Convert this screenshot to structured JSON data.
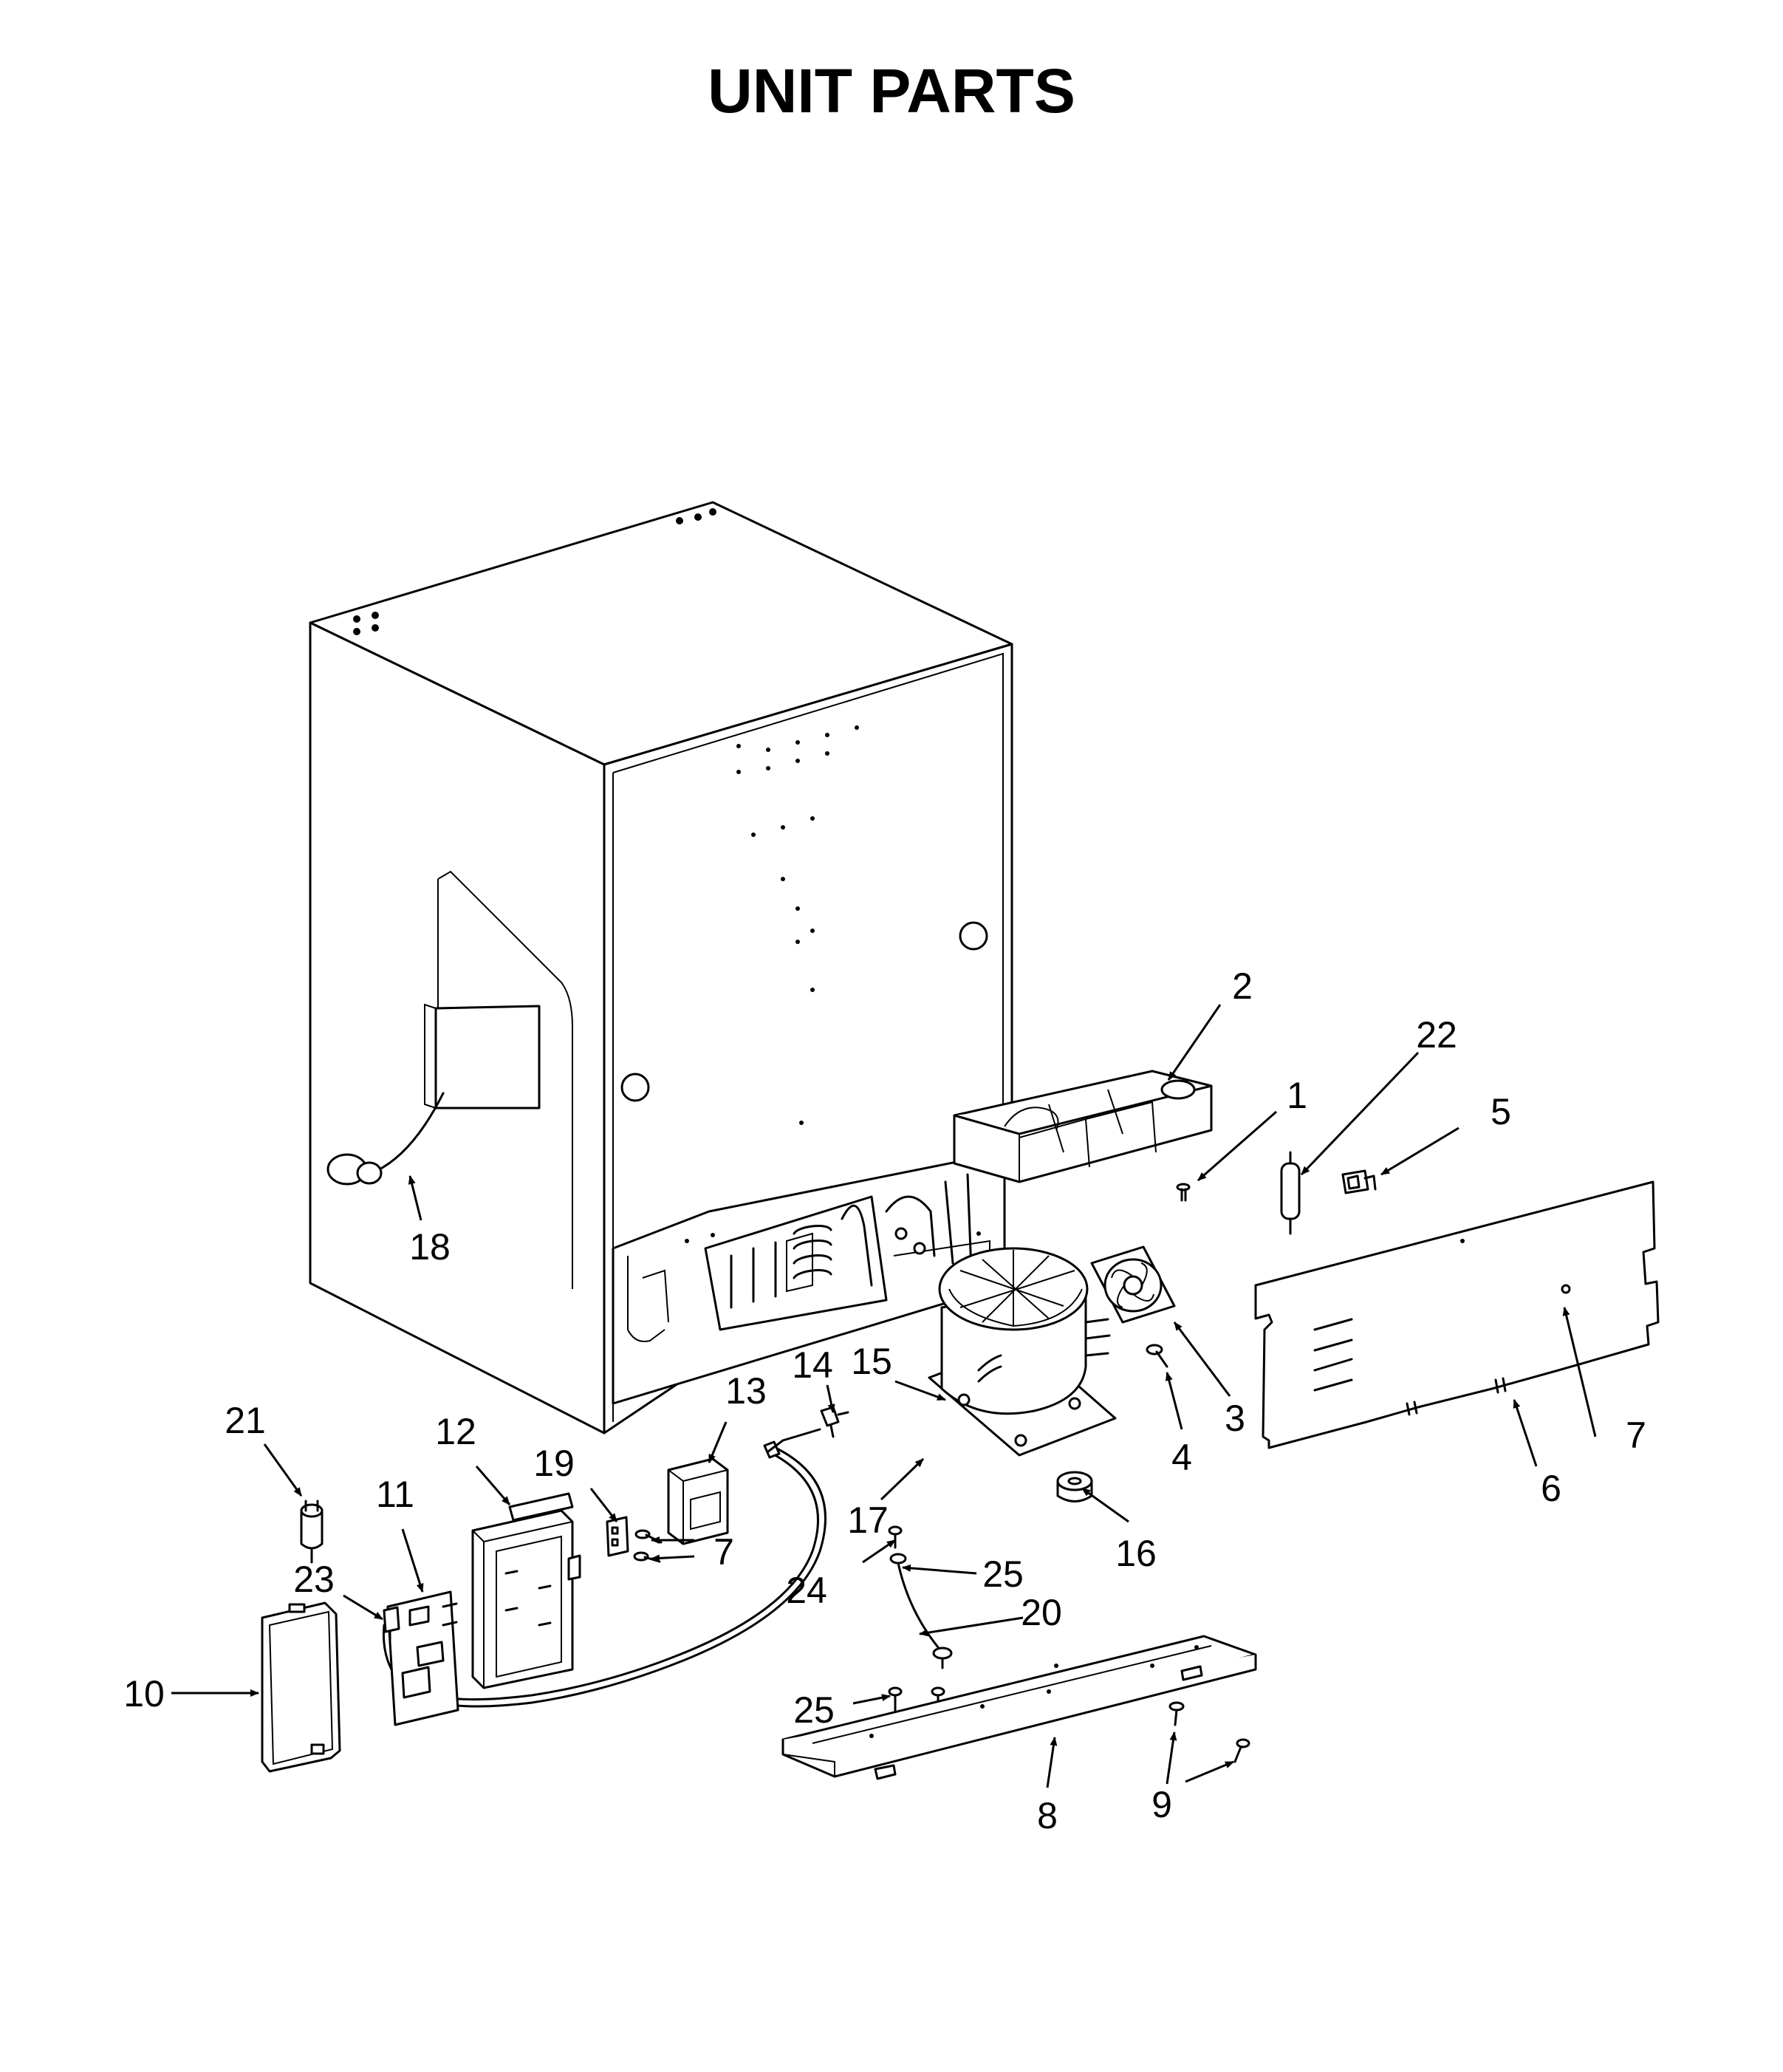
{
  "title": "UNIT PARTS",
  "callouts": [
    "1",
    "2",
    "3",
    "4",
    "5",
    "6",
    "7",
    "7",
    "8",
    "9",
    "10",
    "11",
    "12",
    "13",
    "14",
    "15",
    "16",
    "17",
    "18",
    "19",
    "20",
    "21",
    "22",
    "23",
    "24",
    "25",
    "25"
  ]
}
